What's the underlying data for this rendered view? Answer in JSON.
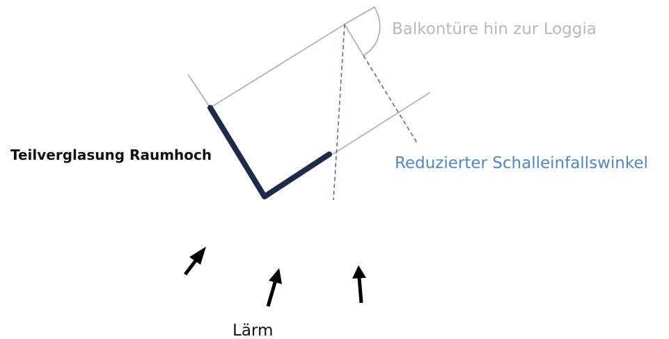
{
  "labels": {
    "balcony_door": "Balkontüre hin zur Loggia",
    "reduced_angle": "Reduzierter Schalleinfallswinkel",
    "partial_glazing": "Teilverglasung Raumhoch",
    "noise": "Lärm"
  },
  "colors": {
    "wall_line": "#aaaaaa",
    "glazing": "#1f2a4a",
    "dashed_angle": "#4f6fb0",
    "angle_label": "#4f86c6",
    "door_label": "#b8b8b8",
    "arrow": "#000000"
  },
  "noise_arrows": 3
}
